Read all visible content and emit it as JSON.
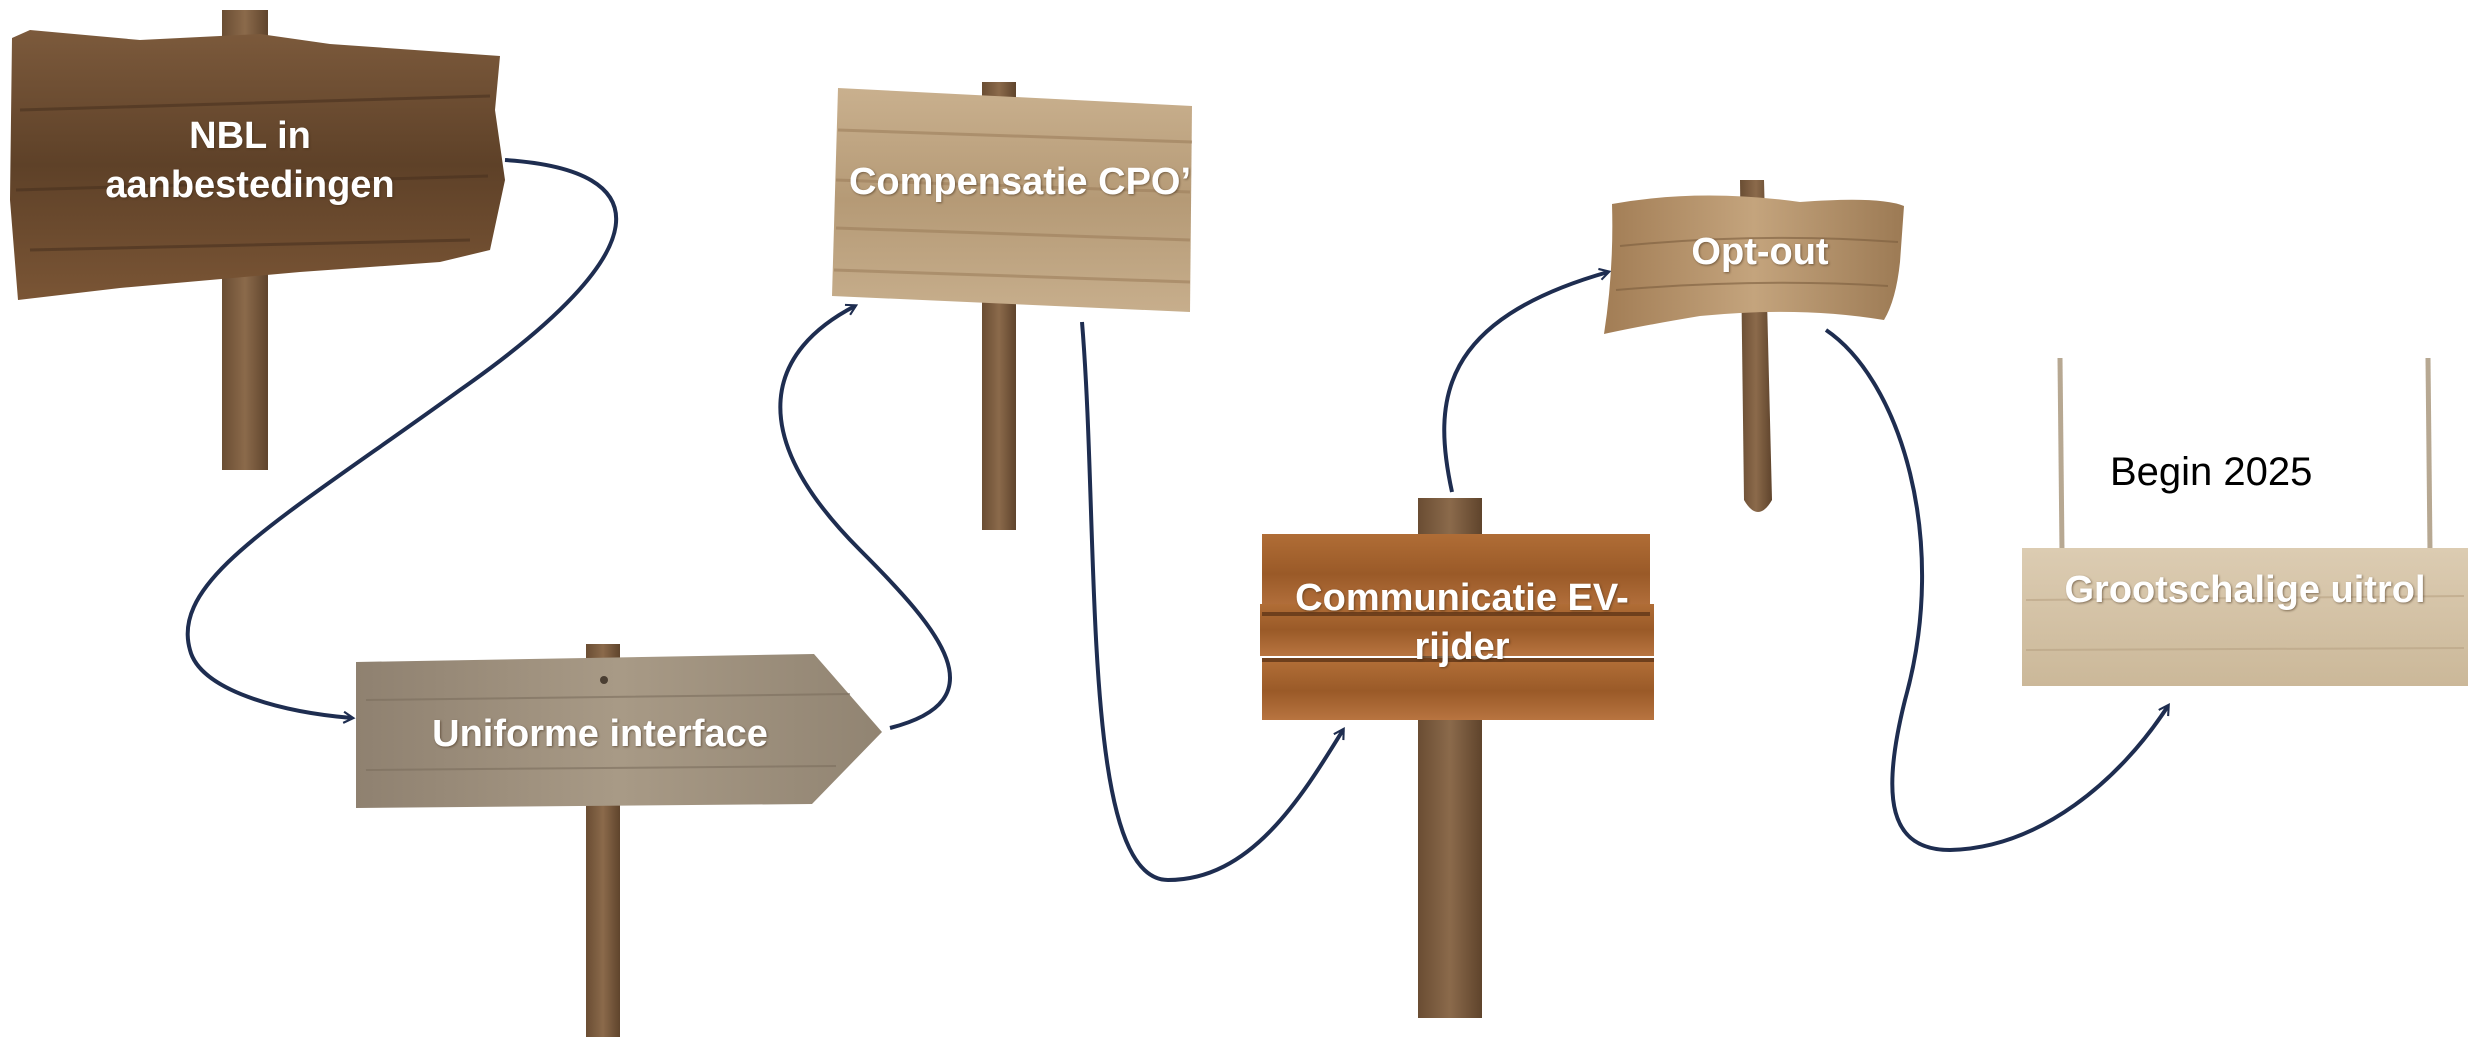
{
  "colors": {
    "arrow": "#1e2d50",
    "wood_dark": "#6b4a2e",
    "wood_gray": "#9e8f7c",
    "wood_light": "#cdb697",
    "wood_orange": "#a0602e",
    "wood_pale": "#d9c7ad",
    "post": "#7a5c40",
    "rope": "#b7a892"
  },
  "signs": [
    {
      "id": "nbl",
      "label": "NBL in\naanbestedingen"
    },
    {
      "id": "uniforme",
      "label": "Uniforme interface"
    },
    {
      "id": "compensatie",
      "label": "Compensatie CPO’"
    },
    {
      "id": "communicatie",
      "label": "Communicatie EV-\nrijder"
    },
    {
      "id": "optout",
      "label": "Opt-out"
    },
    {
      "id": "grootschalig",
      "label": "Grootschalige uitrol"
    }
  ],
  "annotation": {
    "begin": "Begin 2025"
  }
}
